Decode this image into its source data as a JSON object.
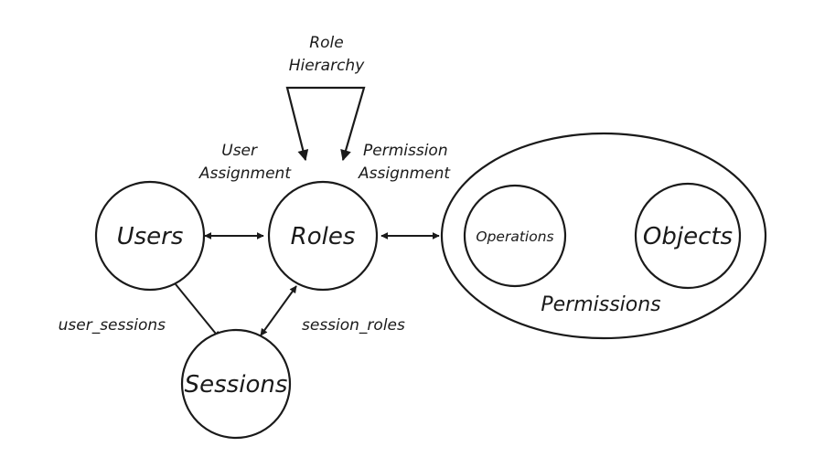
{
  "nodes": {
    "users": "Users",
    "roles": "Roles",
    "sessions": "Sessions",
    "operations": "Operations",
    "objects": "Objects",
    "permissions": "Permissions"
  },
  "labels": {
    "role_hierarchy_line1": "Role",
    "role_hierarchy_line2": "Hierarchy",
    "user_assignment_line1": "User",
    "user_assignment_line2": "Assignment",
    "permission_assignment_line1": "Permission",
    "permission_assignment_line2": "Assignment",
    "user_sessions": "user_sessions",
    "session_roles": "session_roles"
  }
}
